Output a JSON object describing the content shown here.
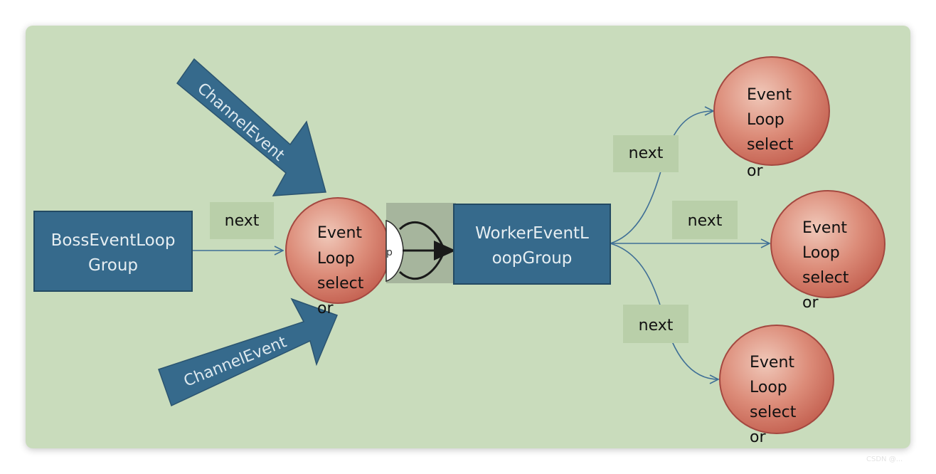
{
  "diagram": {
    "boss_group": [
      "BossEventLoop",
      "Group"
    ],
    "worker_group": [
      "WorkerEventL",
      "oopGroup"
    ],
    "channel_event_top": "ChannelEvent",
    "channel_event_bottom": "ChannelEvent",
    "next_labels": [
      "next",
      "next",
      "next",
      "next"
    ],
    "event_loop_lines": [
      "Event",
      "Loop",
      "select",
      "or"
    ],
    "fragment_letter": "p"
  },
  "watermark": "CSDN @...",
  "colors": {
    "background": "#c9dcbc",
    "box_fill": "#366a8c",
    "node_fill": "#d77a6c",
    "label_fill": "#b9cfa9",
    "connector": "#3f6f96"
  }
}
